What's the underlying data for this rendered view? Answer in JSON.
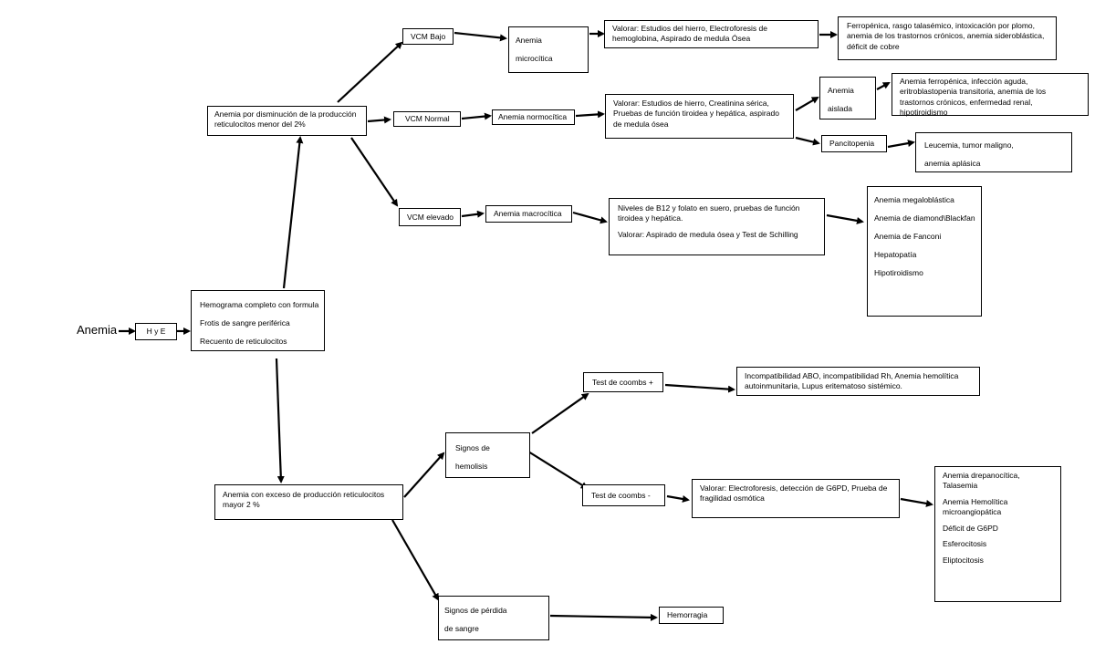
{
  "start": "Anemia",
  "nodes": {
    "hye": [
      "H y E"
    ],
    "hemograma": [
      "Hemograma completo con formula",
      "Frotis de sangre periférica",
      "Recuento de reticulocitos"
    ],
    "menor2": [
      "Anemia por disminución de la producción reticulocitos menor del 2%"
    ],
    "mayor2": [
      "Anemia con exceso de producción reticulocitos mayor 2 %"
    ],
    "vcm_bajo": [
      "VCM Bajo"
    ],
    "vcm_normal": [
      "VCM Normal"
    ],
    "vcm_elevado": [
      "VCM elevado"
    ],
    "microcitica": [
      "Anemia",
      "microcítica"
    ],
    "normocitica": [
      "Anemia normocítica"
    ],
    "macrocitica": [
      "Anemia macrocítica"
    ],
    "valorar_hierro": [
      "Valorar: Estudios del hierro, Electroforesis de hemoglobina, Aspirado de medula Ósea"
    ],
    "ferropenica_list": [
      "Ferropénica, rasgo talasémico, intoxicación por plomo, anemia de los trastornos crónicos, anemia sideroblástica, déficit de cobre"
    ],
    "valorar_normo": [
      "Valorar: Estudios de hierro, Creatinina sérica, Pruebas de función tiroidea y hepática, aspirado de medula ósea"
    ],
    "aislada": [
      "Anemia",
      "aislada"
    ],
    "aislada_list": [
      "Anemia ferropénica, infección aguda, eritroblastopenia transitoria, anemia de los trastornos crónicos, enfermedad renal, hipotiroidismo"
    ],
    "pancitopenia": [
      "Pancitopenia"
    ],
    "leucemia": [
      "Leucemia, tumor maligno,",
      "anemia aplásica"
    ],
    "niveles_b12": [
      "Niveles de B12 y folato en suero, pruebas de función tiroidea y hepática.",
      "Valorar: Aspirado de medula ósea y Test de Schilling"
    ],
    "macro_list": [
      "Anemia megaloblástica",
      "Anemia de diamond\\Blackfan",
      "Anemia de Fanconi",
      "Hepatopatía",
      "Hipotiroidismo"
    ],
    "hemolisis": [
      "Signos de",
      "hemolisis"
    ],
    "perdida": [
      "Signos de pérdida",
      "de sangre"
    ],
    "coombs_pos": [
      "Test de coombs +"
    ],
    "coombs_neg": [
      "Test de coombs -"
    ],
    "inmune_list": [
      "Incompatibilidad ABO, incompatibilidad Rh, Anemia hemolítica autoinmunitaria, Lupus eritematoso sistémico."
    ],
    "valorar_electro": [
      "Valorar: Electroforesis, detección de G6PD, Prueba de fragilidad osmótica"
    ],
    "hemolitica_list": [
      "Anemia drepanocítica, Talasemia",
      "Anemia Hemolítica microangiopática",
      "Déficit de G6PD",
      "Esferocitosis",
      "Eliptocitosis"
    ],
    "hemorragia": [
      "Hemorragia"
    ]
  }
}
